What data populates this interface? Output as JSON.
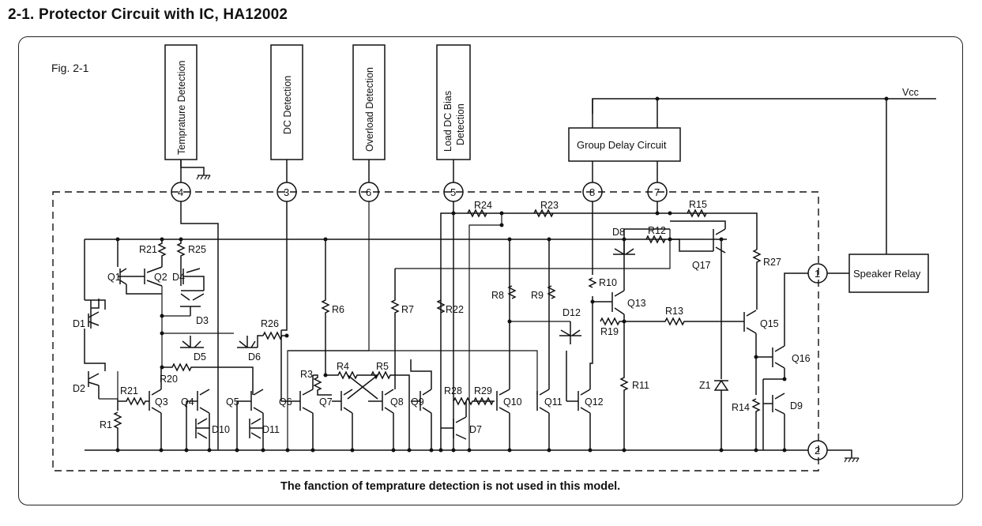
{
  "section_title": "2-1.  Protector Circuit with IC, HA12002",
  "figure_label": "Fig. 2-1",
  "detection_blocks": {
    "temperature": "Temprature Detection",
    "dc": "DC Detection",
    "overload": "Overload Detection",
    "load_dc_bias_line1": "Load DC Bias",
    "load_dc_bias_line2": "Detection"
  },
  "group_delay": "Group Delay Circuit",
  "speaker_relay": "Speaker Relay",
  "vcc": "Vcc",
  "pins": {
    "p1": "1",
    "p2": "2",
    "p3": "3",
    "p4": "4",
    "p5": "5",
    "p6": "6",
    "p7": "7",
    "p8": "8"
  },
  "components": {
    "Q1": "Q1",
    "Q2": "Q2",
    "Q3": "Q3",
    "Q4": "Q4",
    "Q5": "Q5",
    "Q6": "Q6",
    "Q7": "Q7",
    "Q8": "Q8",
    "Q9": "Q9",
    "Q10": "Q10",
    "Q11": "Q11",
    "Q12": "Q12",
    "Q13": "Q13",
    "Q15": "Q15",
    "Q16": "Q16",
    "Q17": "Q17",
    "D1": "D1",
    "D2": "D2",
    "D3": "D3",
    "D4": "D4",
    "D5": "D5",
    "D6": "D6",
    "D7": "D7",
    "D8": "D8",
    "D9": "D9",
    "D10": "D10",
    "D11": "D11",
    "D12": "D12",
    "Z1": "Z1",
    "R1": "R1",
    "R3": "R3",
    "R4": "R4",
    "R5": "R5",
    "R6": "R6",
    "R7": "R7",
    "R8": "R8",
    "R9": "R9",
    "R10": "R10",
    "R11": "R11",
    "R12": "R12",
    "R13": "R13",
    "R14": "R14",
    "R15": "R15",
    "R19": "R19",
    "R20": "R20",
    "R21a": "R21",
    "R21b": "R21",
    "R22": "R22",
    "R23": "R23",
    "R24": "R24",
    "R25": "R25",
    "R26": "R26",
    "R27": "R27",
    "R28": "R28",
    "R29": "R29"
  },
  "note": "The fanction of temprature detection is not used in this model."
}
